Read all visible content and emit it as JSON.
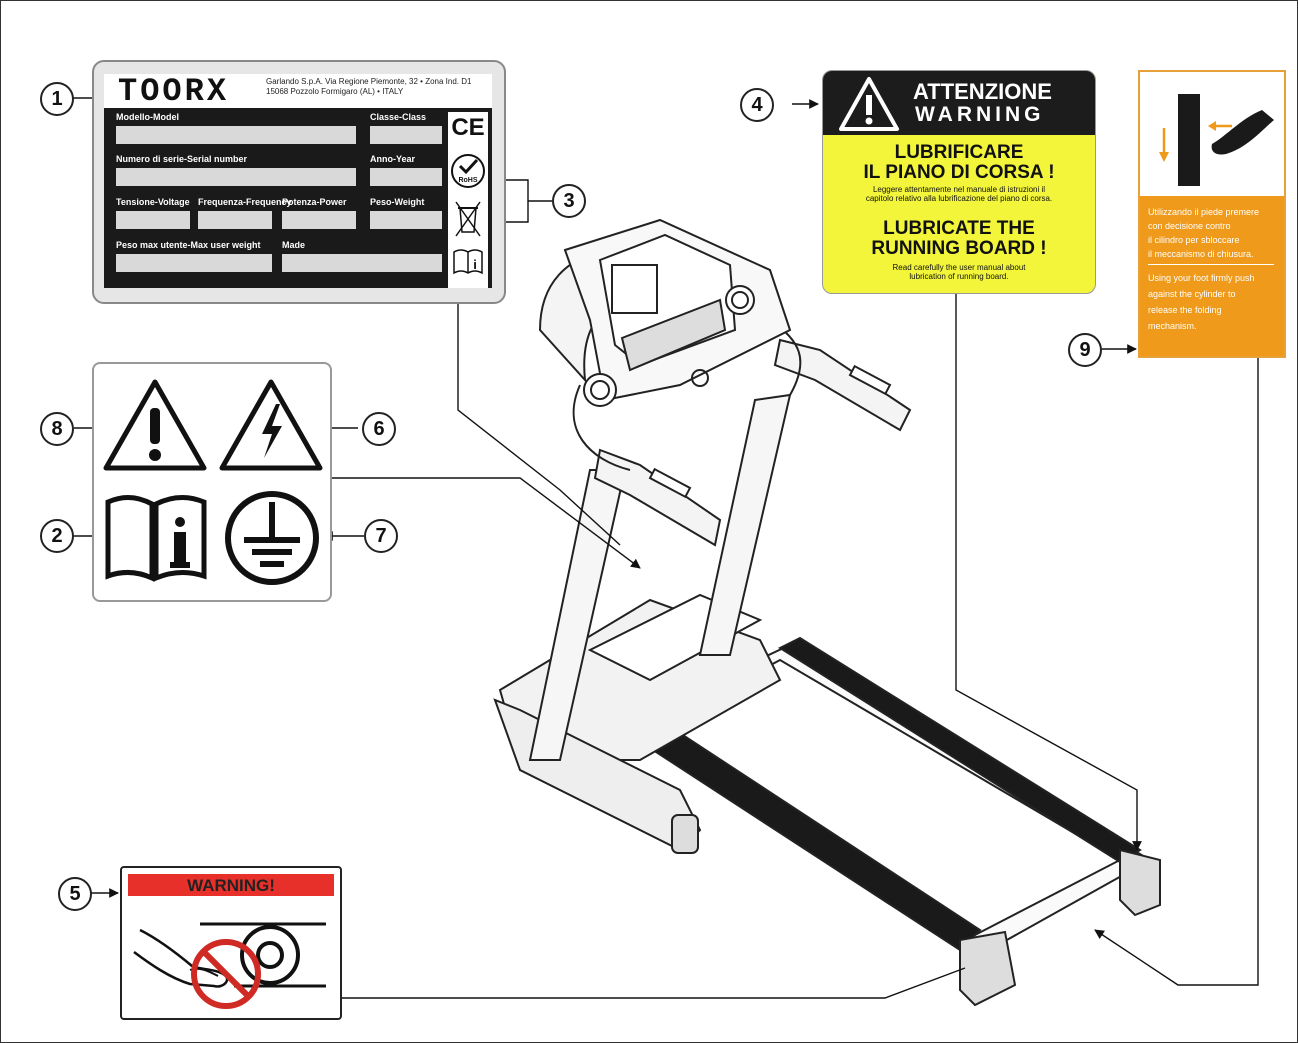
{
  "rating_plate": {
    "brand": "TOORX",
    "address_line1": "Garlando S.p.A. Via Regione Piemonte, 32 • Zona Ind. D1",
    "address_line2": "15068 Pozzolo Formigaro (AL) • ITALY",
    "fields": {
      "model": "Modello-Model",
      "class": "Classe-Class",
      "serial": "Numero di serie-Serial number",
      "year": "Anno-Year",
      "voltage": "Tensione-Voltage",
      "frequency": "Frequenza-Frequency",
      "power": "Potenza-Power",
      "weight": "Peso-Weight",
      "max_user_weight": "Peso max utente-Max user weight",
      "made": "Made"
    },
    "ce_mark": "CE",
    "rohs_mark": "RoHS"
  },
  "warning_lubricate": {
    "header_it": "ATTENZIONE",
    "header_en": "WARNING",
    "title_it_1": "LUBRIFICARE",
    "title_it_2": "IL PIANO DI CORSA !",
    "body_it_1": "Leggere attentamente nel manuale di istruzioni il",
    "body_it_2": "capitolo relativo alla lubrificazione del piano di corsa.",
    "title_en_1": "LUBRICATE THE",
    "title_en_2": "RUNNING BOARD !",
    "body_en_1": "Read carefully the user manual about",
    "body_en_2": "lubrication of running board."
  },
  "folding_label": {
    "it_1": "Utilizzando il piede premere",
    "it_2": "con decisione contro",
    "it_3": "il cilindro per sbloccare",
    "it_4": "il meccanismo di chiusura.",
    "en_1": "Using your foot firmly push",
    "en_2": "against the cylinder to",
    "en_3": "release the folding",
    "en_4": "mechanism."
  },
  "warning_hands": {
    "header": "WARNING!"
  },
  "symbols": [
    "warning-triangle",
    "electric-hazard",
    "read-manual",
    "protective-earth"
  ],
  "callouts": [
    "1",
    "2",
    "3",
    "4",
    "5",
    "6",
    "7",
    "8",
    "9"
  ],
  "colors": {
    "warning_yellow": "#f2f53a",
    "folding_orange": "#ef9a1a",
    "warning_red": "#e8302a"
  }
}
